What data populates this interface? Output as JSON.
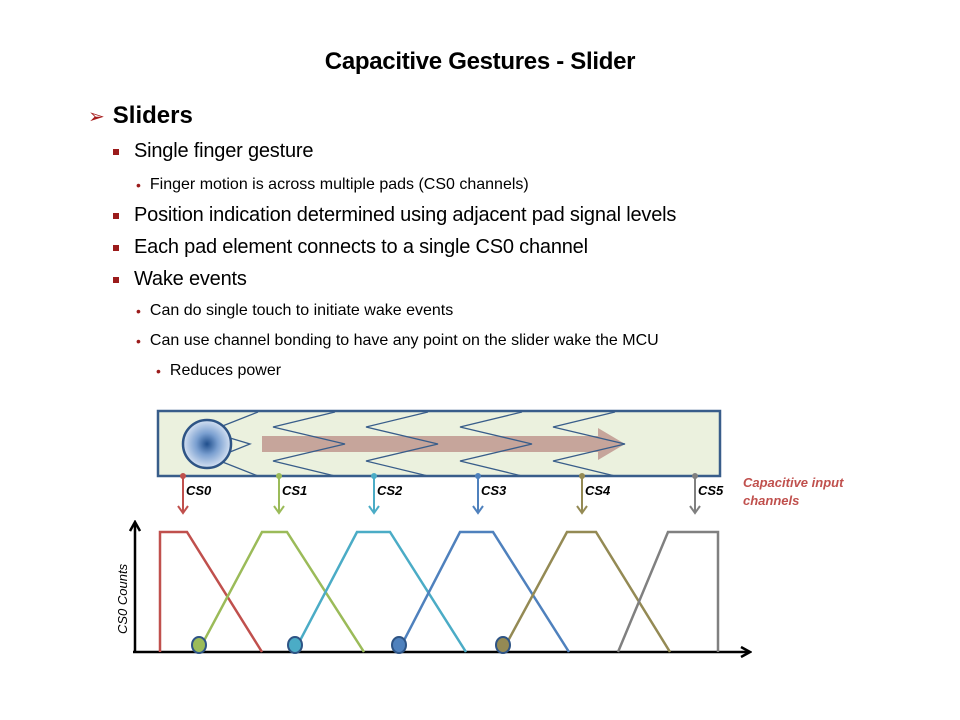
{
  "slide": {
    "title": "Capacitive Gestures - Slider",
    "bullets": [
      {
        "level": 1,
        "text": "Sliders"
      },
      {
        "level": 2,
        "text": "Single finger gesture"
      },
      {
        "level": 3,
        "text": "Finger motion is across multiple  pads (CS0 channels)"
      },
      {
        "level": 2,
        "text": "Position indication determined using adjacent pad signal levels"
      },
      {
        "level": 2,
        "text": "Each pad element connects to a single CS0 channel"
      },
      {
        "level": 2,
        "text": "Wake events"
      },
      {
        "level": 3,
        "text": "Can do single touch to initiate wake events"
      },
      {
        "level": 3,
        "text": "Can use channel bonding to have any point on the slider wake the MCU"
      },
      {
        "level": 4,
        "text": "Reduces power"
      }
    ]
  },
  "diagram": {
    "channels": [
      {
        "label": "CS0",
        "color": "#c0504d"
      },
      {
        "label": "CS1",
        "color": "#9bbb59"
      },
      {
        "label": "CS2",
        "color": "#4bacc6"
      },
      {
        "label": "CS3",
        "color": "#4f81bd"
      },
      {
        "label": "CS4",
        "color": "#948a54"
      },
      {
        "label": "CS5",
        "color": "#808080"
      }
    ],
    "channels_caption_line1": "Capacitive input",
    "channels_caption_line2": "channels",
    "caption_color": "#c0504d",
    "y_axis_label": "CS0 Counts",
    "pad_fill": "#ebf1de",
    "pad_border": "#385d8a",
    "motion_arrow_color": "#c6a59b",
    "finger_color": "#4f81bd"
  }
}
